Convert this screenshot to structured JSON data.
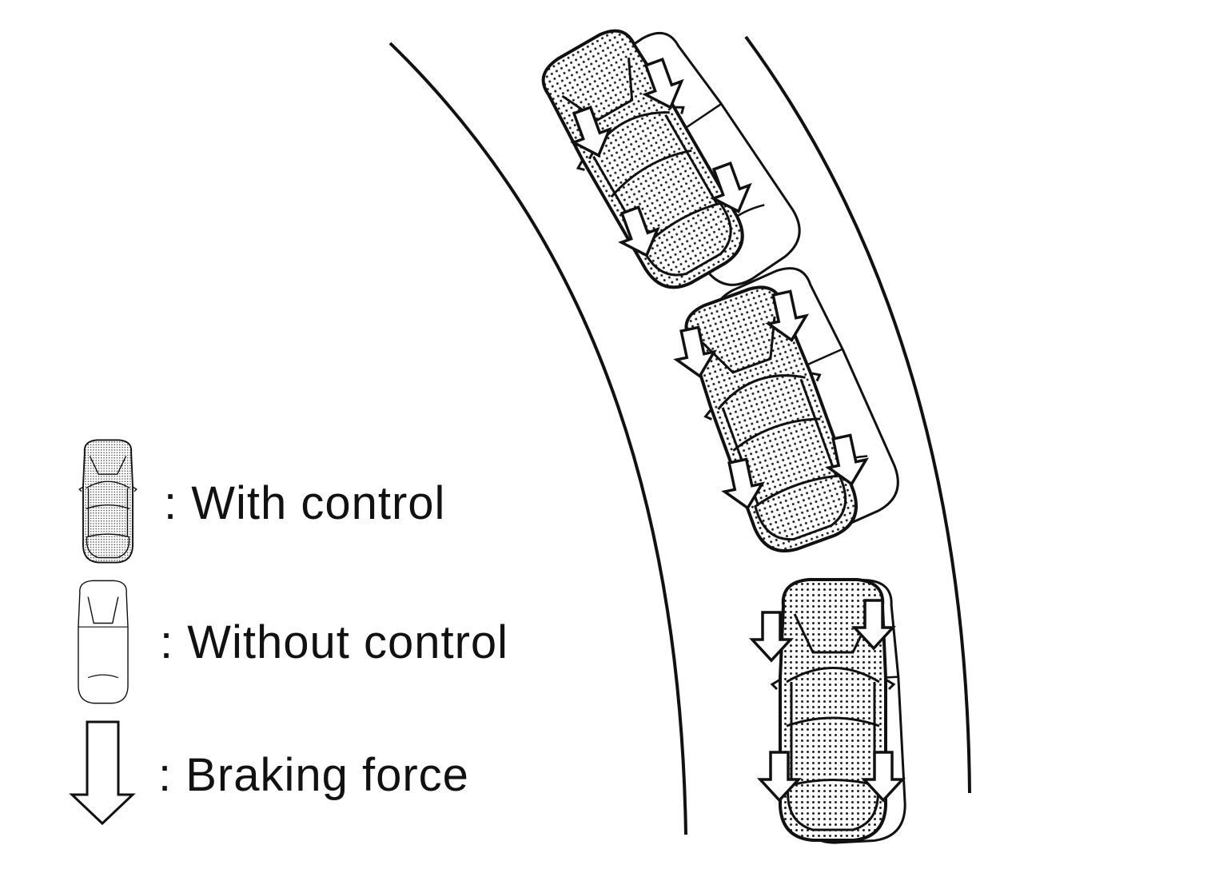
{
  "legend": {
    "with_control": ": With control",
    "without_control": ": Without control",
    "braking_force": ": Braking force"
  },
  "colors": {
    "line": "#111111",
    "background": "#ffffff",
    "dot_fill": "#222222"
  },
  "icons": {
    "with_control": "car-with-control-icon",
    "without_control": "car-without-control-icon",
    "braking_force": "braking-force-arrow-icon"
  }
}
